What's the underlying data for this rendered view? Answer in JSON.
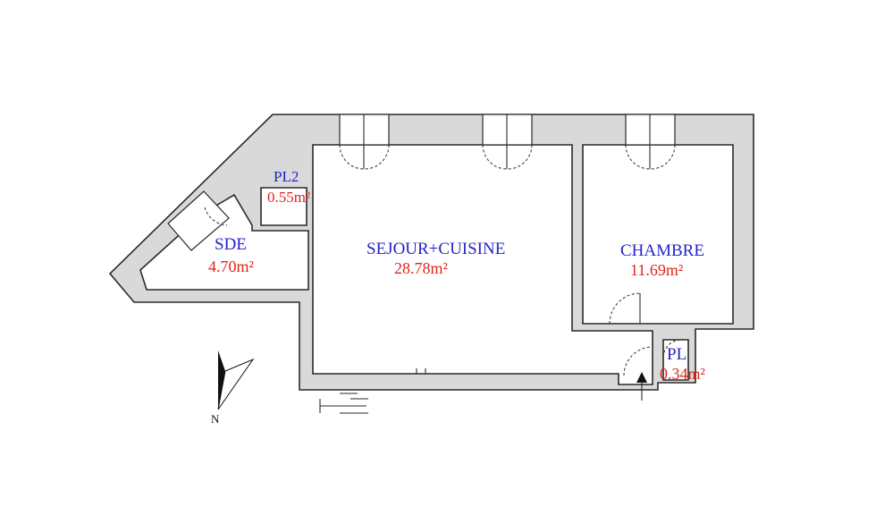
{
  "colors": {
    "room_name": "#2424c8",
    "room_area": "#e0241c",
    "wall_fill": "#d9d9d9",
    "wall_stroke": "#2a2a2a"
  },
  "rooms": [
    {
      "id": "sde",
      "name": "SDE",
      "area": "4.70m²"
    },
    {
      "id": "pl2",
      "name": "PL2",
      "area": "0.55m²"
    },
    {
      "id": "sejour",
      "name": "SEJOUR+CUISINE",
      "area": "28.78m²"
    },
    {
      "id": "chambre",
      "name": "CHAMBRE",
      "area": "11.69m²"
    },
    {
      "id": "pl",
      "name": "PL",
      "area": "0.34m²"
    }
  ],
  "compass": {
    "label": "N",
    "icon": "north-arrow-icon"
  },
  "entrance": {
    "icon": "entrance-arrow-icon"
  }
}
